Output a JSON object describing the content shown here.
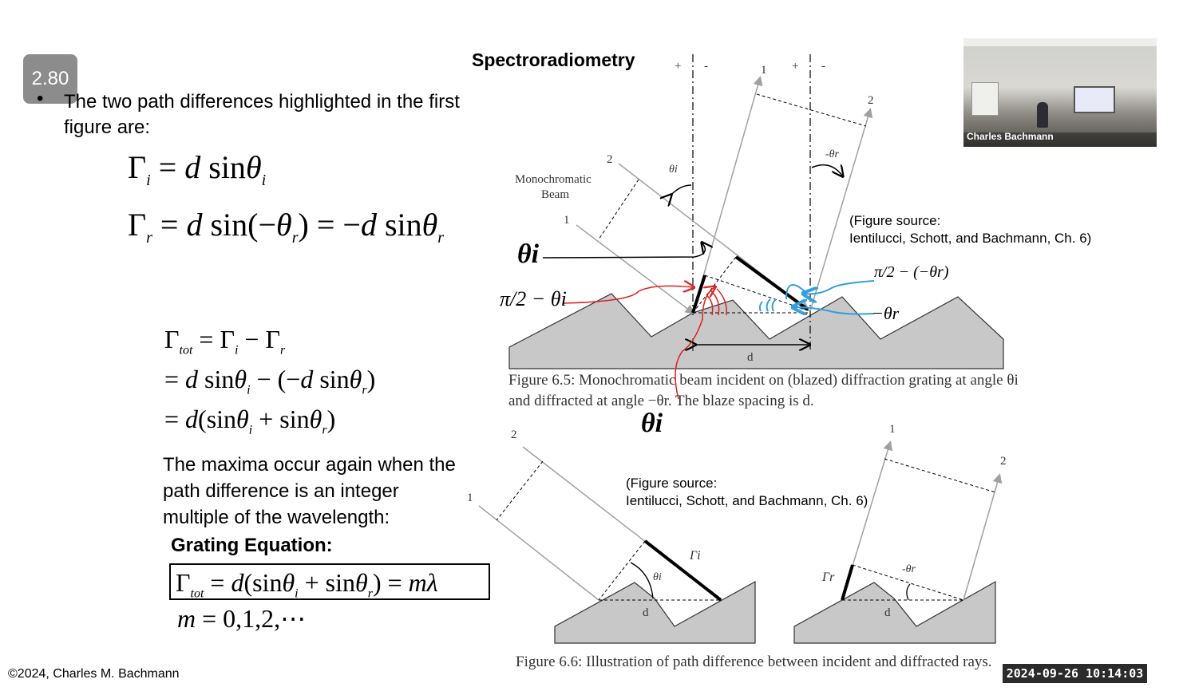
{
  "slide": {
    "badge": "2.80",
    "title": "Spectroradiometry",
    "bullet_text": "The two path differences highlighted in the first figure are:",
    "maxima_text": "The maxima occur again when the path difference is an integer multiple of the wavelength:",
    "grating_title": "Grating Equation:",
    "copyright": "©2024, Charles M. Bachmann"
  },
  "equations": {
    "gamma_i": "Γi = d sinθi",
    "gamma_r": "Γr = d sin(−θr) = −d sinθr",
    "tot1": "Γtot = Γi − Γr",
    "tot2": "= d sinθi − (−d sinθr)",
    "tot3": "= d(sinθi + sinθr)",
    "grating": "Γtot = d(sinθi + sinθr) = mλ",
    "m": "m = 0,1,2,⋯"
  },
  "figure1": {
    "caption_line1": "Figure 6.5: Monochromatic beam incident on (blazed) diffraction grating at angle θi",
    "caption_line2": "and diffracted at angle −θr. The blaze spacing is d.",
    "source_line1": "(Figure source:",
    "source_line2": "Ientilucci, Schott, and Bachmann, Ch. 6)",
    "beam_label_1": "Monochromatic",
    "beam_label_2": "Beam",
    "ray_1": "1",
    "ray_2": "2",
    "plus": "+",
    "minus": "-",
    "theta_i_small": "θi",
    "neg_theta_r_small": "-θr",
    "d_label": "d",
    "ann_theta_i": "θi",
    "ann_pi2_minus_theta_i": "π/2 − θi",
    "ann_pi2_minus_neg_theta_r": "π/2 − (−θr)",
    "ann_neg_theta_r": "−θr",
    "ann_theta_i_bottom": "θi"
  },
  "figure2": {
    "caption": "Figure 6.6: Illustration of path difference between incident and diffracted rays.",
    "source_line1": "(Figure source:",
    "source_line2": "Ientilucci, Schott, and Bachmann, Ch. 6)",
    "ray_1": "1",
    "ray_2": "2",
    "gamma_i": "Γi",
    "gamma_r": "Γr",
    "theta_i": "θi",
    "neg_theta_r": "-θr",
    "d_label": "d"
  },
  "video": {
    "presenter_name": "Charles Bachmann",
    "timestamp": "2024-09-26  10:14:03"
  },
  "colors": {
    "grating_fill": "#c8c8c8",
    "ray_gray": "#a0a0a0",
    "annotation_red": "#e02020",
    "annotation_blue": "#30a0e0"
  }
}
